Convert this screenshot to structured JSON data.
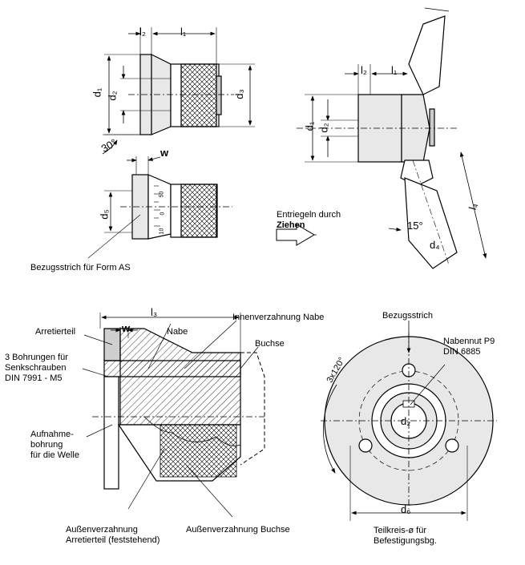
{
  "dimensions": {
    "l1": "l₁",
    "l2": "l₂",
    "l3": "l₃",
    "l4": "l₄",
    "d1": "d₁",
    "d2": "d₂",
    "d3": "d₃",
    "d4": "d₄",
    "d5": "d₅",
    "d6": "d₆",
    "w": "w",
    "angle30": "30°",
    "angle15": "15°",
    "angle3x120": "3x120°"
  },
  "scale_ticks": [
    "50",
    "0",
    "10"
  ],
  "labels": {
    "unlock_line1": "Entriegeln durch",
    "unlock_line2": "Ziehen",
    "reference_line_form_as": "Bezugsstrich für Form AS",
    "arretierteil": "Arretierteil",
    "nabe": "Nabe",
    "innenverzahnung_nabe": "Innenverzahnung Nabe",
    "buchse": "Buchse",
    "bohrungen_line1": "3 Bohrungen für",
    "bohrungen_line2": "Senkschrauben",
    "bohrungen_line3": "DIN 7991 - M5",
    "aufnahme_line1": "Aufnahme-",
    "aufnahme_line2": "bohrung",
    "aufnahme_line3": "für die Welle",
    "aussen_arr_line1": "Außenverzahnung",
    "aussen_arr_line2": "Arretierteil (feststehend)",
    "aussen_buchse": "Außenverzahnung Buchse",
    "bezugsstrich": "Bezugsstrich",
    "nabennut_line1": "Nabennut P9",
    "nabennut_line2": "DIN 6885",
    "teilkreis_line1": "Teilkreis-ø für",
    "teilkreis_line2": "Befestigungsbg."
  }
}
